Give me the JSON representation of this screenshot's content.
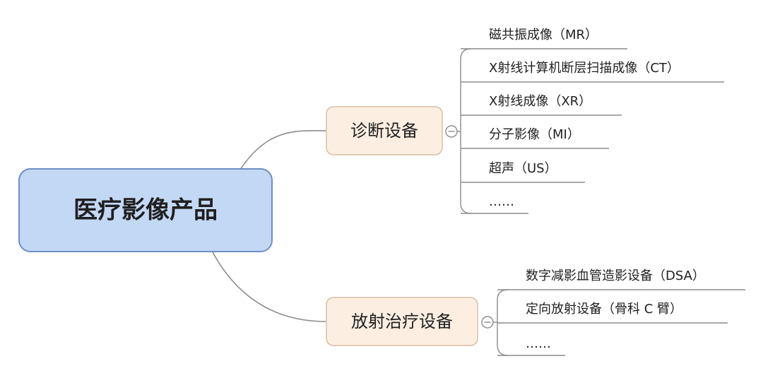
{
  "root": {
    "label": "医疗影像产品"
  },
  "branches": [
    {
      "label": "诊断设备",
      "items": [
        "磁共振成像（MR）",
        "X射线计算机断层扫描成像（CT）",
        "X射线成像（XR）",
        "分子影像（MI）",
        "超声（US）",
        "……"
      ]
    },
    {
      "label": "放射治疗设备",
      "items": [
        "数字减影血管造影设备（DSA）",
        "定向放射设备（骨科 C 臂）",
        "……"
      ]
    }
  ],
  "colors": {
    "root_fill": "#c3d8f5",
    "root_stroke": "#6f8fc4",
    "branch_fill": "#fcefe2",
    "branch_stroke": "#d8bfa6",
    "line": "#8c8c8c",
    "text": "#1f1f1f"
  }
}
